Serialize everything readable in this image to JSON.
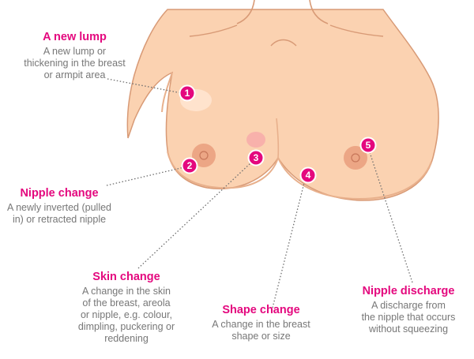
{
  "colors": {
    "skin": "#fbd2b1",
    "skin_shadow": "#e8b08c",
    "outline": "#d89a76",
    "areola": "#e89b7a",
    "marker": "#e4087e",
    "title": "#e4087e",
    "text": "#777777",
    "leader_line": "#6e6e6e"
  },
  "markers": [
    "1",
    "2",
    "3",
    "4",
    "5"
  ],
  "callouts": [
    {
      "title": "A new lump",
      "description": "A new lump or\nthickening in the breast\nor armpit area"
    },
    {
      "title": "Nipple change",
      "description": "A newly inverted (pulled\nin) or retracted nipple"
    },
    {
      "title": "Skin change",
      "description": "A change in the skin\nof the breast, areola\nor nipple, e.g. colour,\ndimpling, puckering or\nreddening"
    },
    {
      "title": "Shape change",
      "description": "A change in the breast\nshape or size"
    },
    {
      "title": "Nipple discharge",
      "description": "A discharge from\nthe nipple that occurs\nwithout squeezing"
    }
  ]
}
